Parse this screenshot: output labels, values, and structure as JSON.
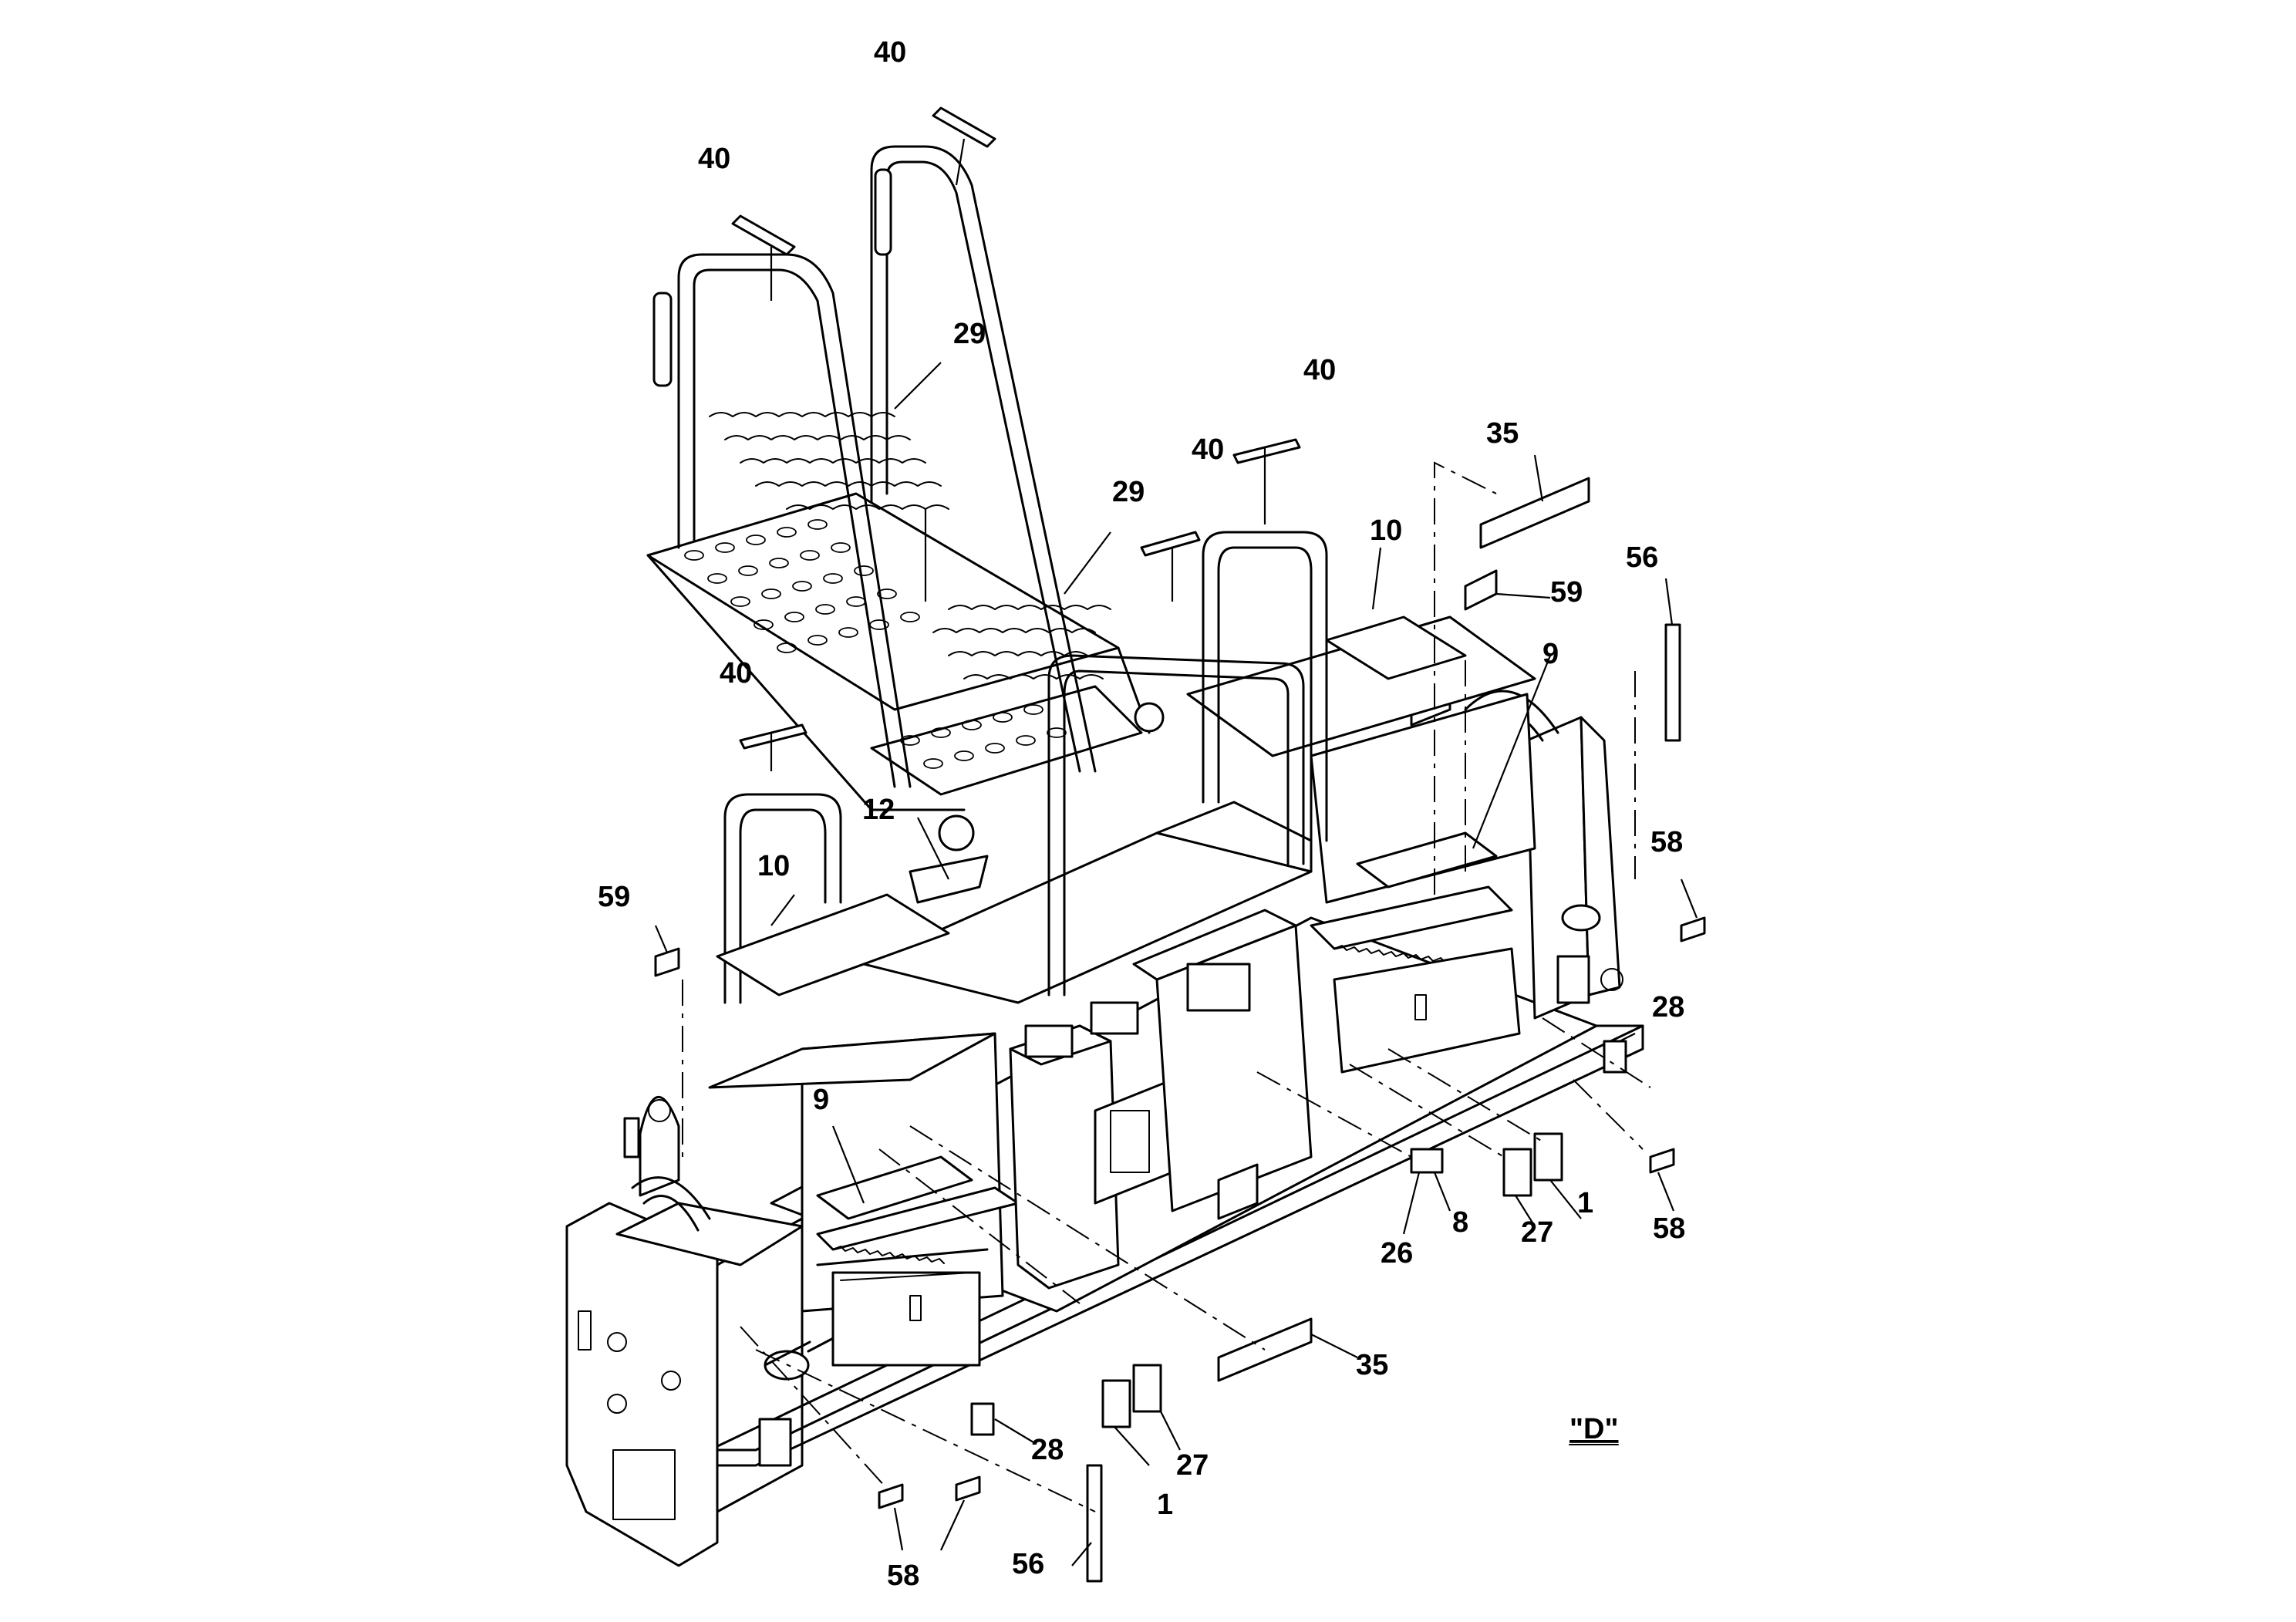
{
  "diagram": {
    "view_label": "\"D\"",
    "callouts": [
      {
        "id": "c40a",
        "label": "40"
      },
      {
        "id": "c40b",
        "label": "40"
      },
      {
        "id": "c40c",
        "label": "40"
      },
      {
        "id": "c40d",
        "label": "40"
      },
      {
        "id": "c40e",
        "label": "40"
      },
      {
        "id": "c29a",
        "label": "29"
      },
      {
        "id": "c29b",
        "label": "29"
      },
      {
        "id": "c35a",
        "label": "35"
      },
      {
        "id": "c35b",
        "label": "35"
      },
      {
        "id": "c56a",
        "label": "56"
      },
      {
        "id": "c56b",
        "label": "56"
      },
      {
        "id": "c59a",
        "label": "59"
      },
      {
        "id": "c59b",
        "label": "59"
      },
      {
        "id": "c10a",
        "label": "10"
      },
      {
        "id": "c10b",
        "label": "10"
      },
      {
        "id": "c9a",
        "label": "9"
      },
      {
        "id": "c9b",
        "label": "9"
      },
      {
        "id": "c12",
        "label": "12"
      },
      {
        "id": "c58a",
        "label": "58"
      },
      {
        "id": "c58b",
        "label": "58"
      },
      {
        "id": "c58c",
        "label": "58"
      },
      {
        "id": "c28a",
        "label": "28"
      },
      {
        "id": "c28b",
        "label": "28"
      },
      {
        "id": "c1a",
        "label": "1"
      },
      {
        "id": "c1b",
        "label": "1"
      },
      {
        "id": "c27a",
        "label": "27"
      },
      {
        "id": "c27b",
        "label": "27"
      },
      {
        "id": "c26",
        "label": "26"
      },
      {
        "id": "c8",
        "label": "8"
      }
    ]
  }
}
